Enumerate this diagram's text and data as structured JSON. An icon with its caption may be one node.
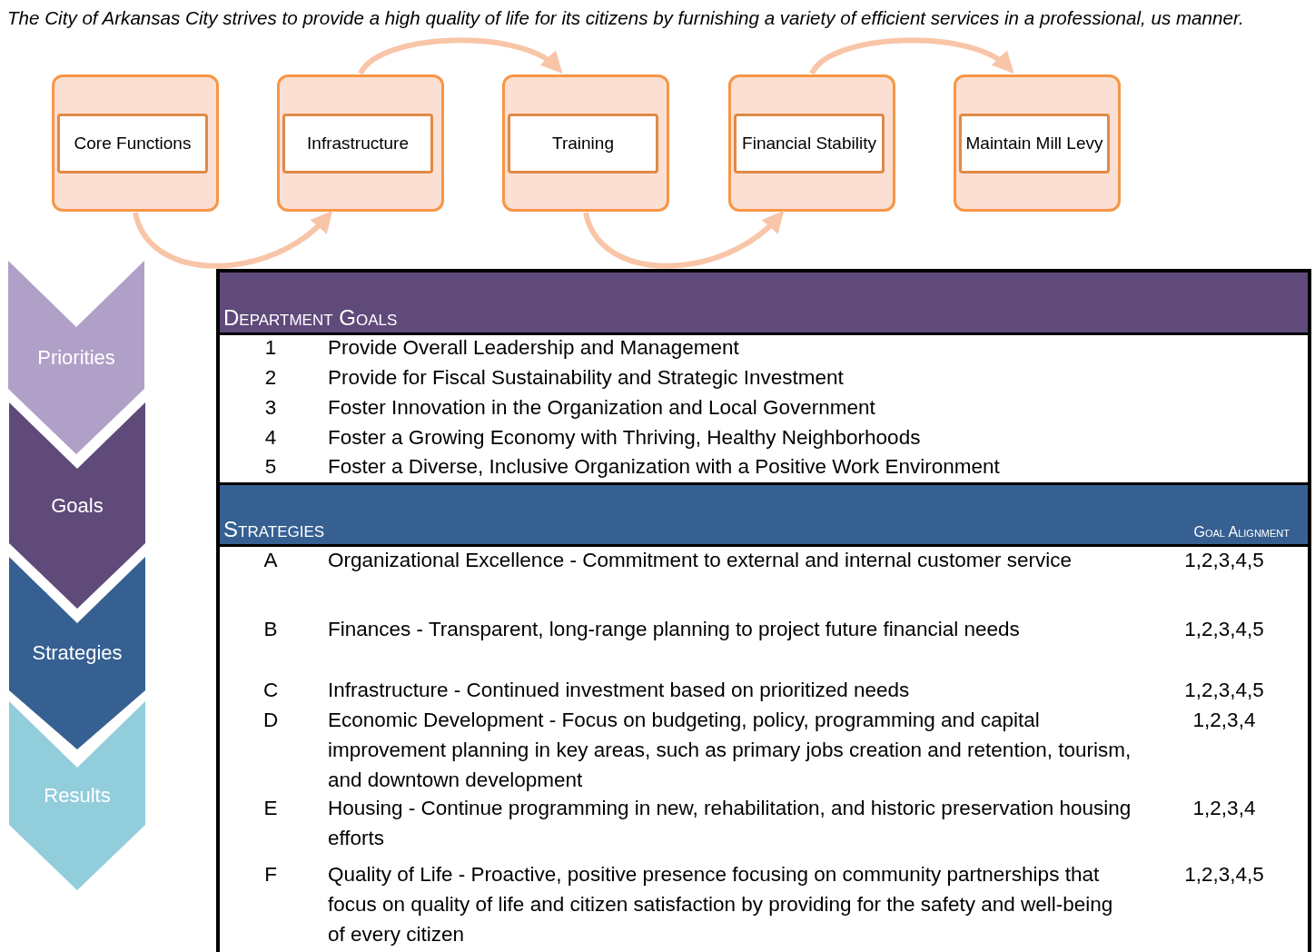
{
  "diagram": {
    "nodes": [
      {
        "text": [],
        "shape": "box"
      },
      {
        "text": [
          "Core Functions"
        ],
        "in": 0
      },
      {
        "text": [],
        "shape": "box"
      },
      {
        "text": [
          "Infrastructure"
        ],
        "in": 2
      },
      {
        "text": [],
        "shape": "box"
      },
      {
        "text": [
          "Training"
        ],
        "in": 4
      },
      {
        "text": [],
        "shape": "box"
      },
      {
        "text": [
          "Financial Stability"
        ],
        "in": 6
      },
      {
        "text": [],
        "shape": "box"
      },
      {
        "text": [
          "Maintain Mill Levy"
        ],
        "in": 8
      },
      {
        "text": [
          "Priorities"
        ]
      },
      {
        "text": [
          "Goals"
        ]
      },
      {
        "text": [
          "Strategies"
        ]
      },
      {
        "text": [
          "Results"
        ]
      }
    ],
    "edges": [
      {
        "from": 0,
        "to": 2,
        "arrow": "to"
      },
      {
        "from": 2,
        "to": 4,
        "arrow": "to"
      },
      {
        "from": 4,
        "to": 6,
        "arrow": "to"
      },
      {
        "from": 6,
        "to": 8,
        "arrow": "to"
      }
    ],
    "labels": [
      "The City of Arkansas City strives to provide a high quality of life for its citizens by furnishing a variety of efficient services in a professional, us manner.",
      "Department Goals",
      "1",
      "Provide Overall Leadership and Management",
      "2",
      "Provide for Fiscal Sustainability and Strategic Investment",
      "3",
      "Foster Innovation in the Organization and Local Government",
      "4",
      "Foster a Growing Economy with Thriving, Healthy Neighborhoods",
      "5",
      "Foster a Diverse, Inclusive Organization with a Positive Work Environment",
      "Strategies",
      "Goal Alignment",
      "A",
      "Organizational Excellence - Commitment to external and internal customer service",
      "1,2,3,4,5",
      "B",
      "Finances - Transparent, long-range planning to project future financial needs",
      "1,2,3,4,5",
      "C",
      "Infrastructure - Continued investment based on prioritized needs",
      "1,2,3,4,5",
      "D",
      "Economic Development - Focus on budgeting, policy, programming and capital improvement planning in key areas, such as primary jobs creation and retention, tourism, and downtown development",
      "1,2,3,4",
      "E",
      "Housing - Continue programming in new, rehabilitation, and historic preservation housing efforts",
      "1,2,3,4",
      "F",
      "Quality of Life - Proactive, positive presence focusing on community partnerships that focus on quality of life and citizen satisfaction by providing for the safety and well-being of every citizen",
      "1,2,3,4,5"
    ]
  }
}
